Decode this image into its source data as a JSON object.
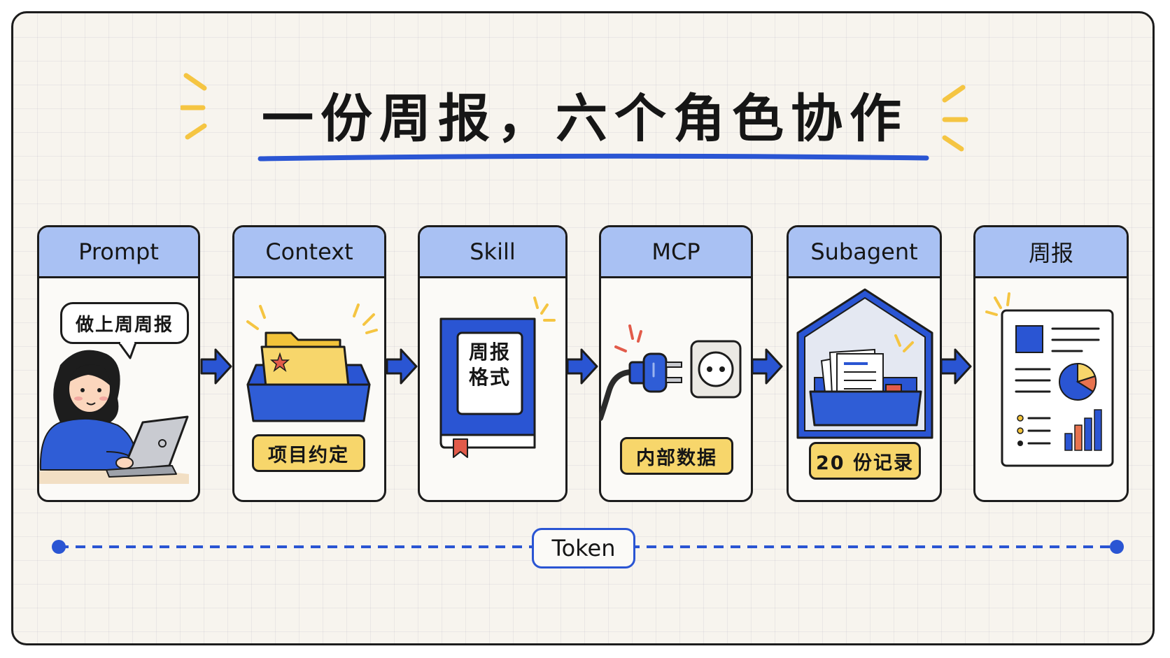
{
  "title": "一份周报，六个角色协作",
  "cards": [
    {
      "label": "Prompt",
      "bubble": "做上周周报",
      "icon": "person-laptop-icon"
    },
    {
      "label": "Context",
      "tag": "项目约定",
      "icon": "folder-icon"
    },
    {
      "label": "Skill",
      "book_text": "周报格式",
      "book_line1": "周报",
      "book_line2": "格式",
      "icon": "book-icon"
    },
    {
      "label": "MCP",
      "tag": "内部数据",
      "icon": "plug-socket-icon"
    },
    {
      "label": "Subagent",
      "tag": "20 份记录",
      "icon": "document-house-icon"
    },
    {
      "label": "周报",
      "icon": "report-icon"
    }
  ],
  "token_label": "Token",
  "colors": {
    "accent_blue": "#2a55d3",
    "header_blue": "#a9c1f3",
    "tag_yellow": "#f7d66b",
    "spark_yellow": "#f5c542",
    "outline": "#1c1c1c",
    "background": "#f7f4ee"
  }
}
